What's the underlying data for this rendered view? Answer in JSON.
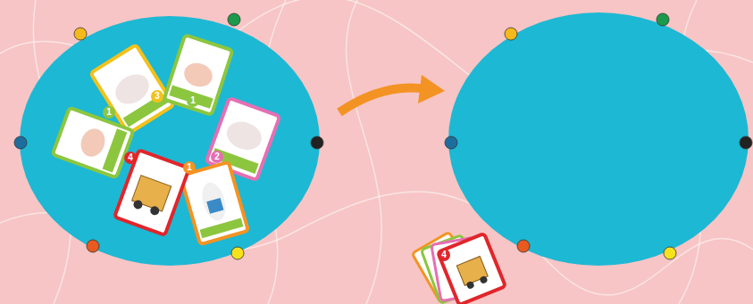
{
  "diagram": {
    "labels": [
      "3",
      "1",
      "2",
      "1",
      "4",
      "1",
      "4"
    ]
  }
}
